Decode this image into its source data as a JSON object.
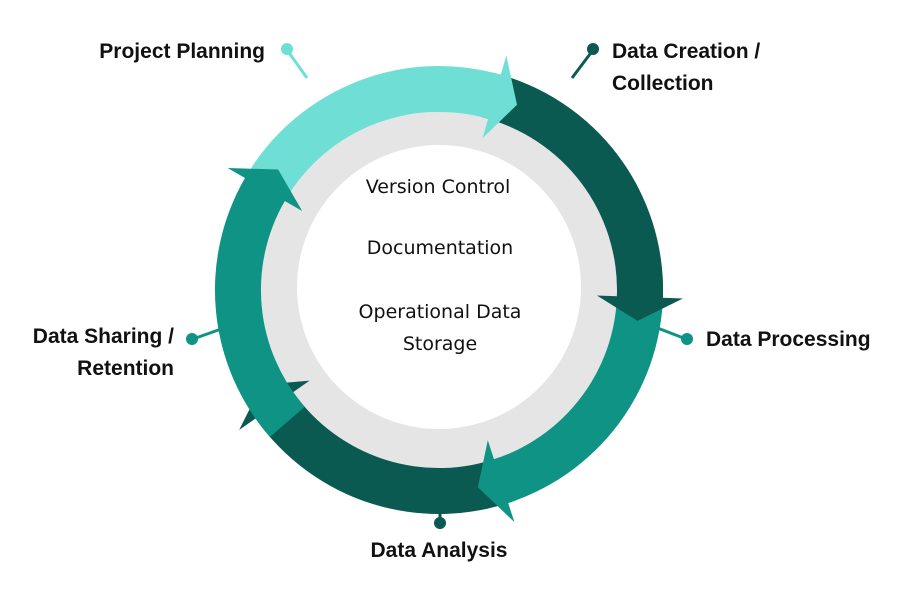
{
  "colors": {
    "light_teal": "#6fdfd6",
    "mid_teal": "#0f9384",
    "dark_teal": "#0a5a52",
    "inner_ring": "#e5e5e5",
    "inner_core": "#ffffff",
    "text": "#111111"
  },
  "stages": [
    {
      "lines": [
        "Project Planning"
      ],
      "color": "light_teal"
    },
    {
      "lines": [
        "Data Creation /",
        "Collection"
      ],
      "color": "dark_teal"
    },
    {
      "lines": [
        "Data Processing"
      ],
      "color": "mid_teal"
    },
    {
      "lines": [
        "Data Analysis"
      ],
      "color": "dark_teal"
    },
    {
      "lines": [
        "Data Sharing /",
        "Retention"
      ],
      "color": "mid_teal"
    }
  ],
  "center": {
    "version_control": "Version Control",
    "documentation": "Documentation",
    "storage_line1": "Operational Data",
    "storage_line2": "Storage"
  }
}
